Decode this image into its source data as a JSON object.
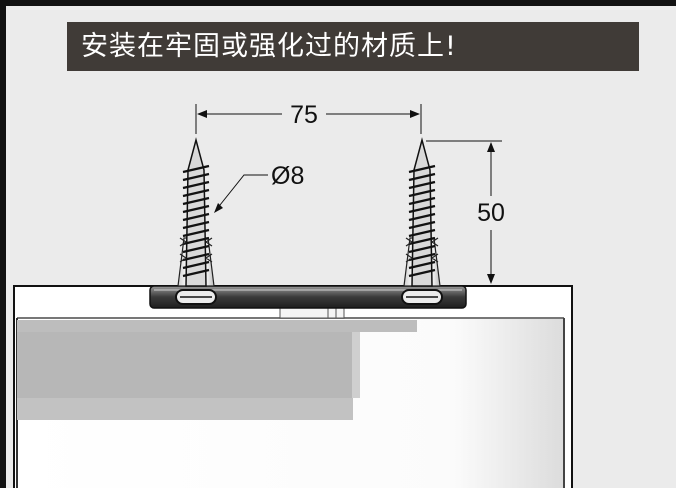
{
  "banner": {
    "text": "安装在牢固或强化过的材质上!"
  },
  "dimensions": {
    "spacing_label": "75",
    "diameter_label": "Ø8",
    "length_label": "50"
  },
  "colors": {
    "banner_bg": "#403b37",
    "background": "#ebebeb",
    "line": "#111111"
  }
}
